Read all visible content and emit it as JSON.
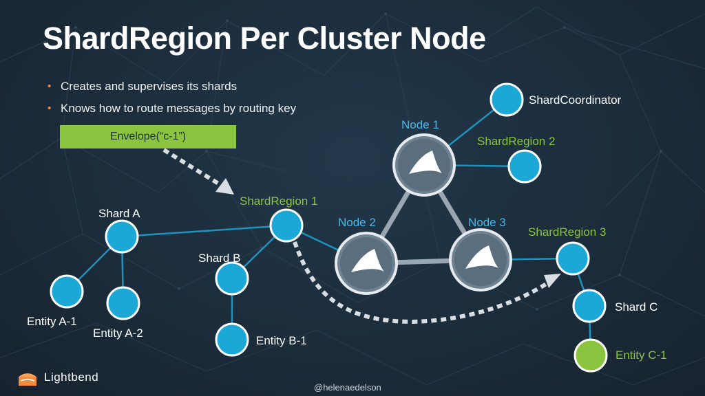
{
  "title": "ShardRegion Per Cluster Node",
  "bullets": [
    "Creates and supervises its shards",
    "Knows how to route messages by routing key"
  ],
  "envelope": "Envelope(“c-1”)",
  "labels": {
    "shard_coordinator": "ShardCoordinator",
    "node1": "Node 1",
    "node2": "Node 2",
    "node3": "Node 3",
    "shard_region_1": "ShardRegion 1",
    "shard_region_2": "ShardRegion 2",
    "shard_region_3": "ShardRegion 3",
    "shard_a": "Shard A",
    "shard_b": "Shard B",
    "shard_c": "Shard C",
    "entity_a1": "Entity A-1",
    "entity_a2": "Entity A-2",
    "entity_b1": "Entity B-1",
    "entity_c1": "Entity C-1"
  },
  "footer": {
    "brand": "Lightbend",
    "handle": "@helenaedelson"
  },
  "colors": {
    "background": "#1b2a38",
    "node_blue": "#1ba8d6",
    "entity_green": "#8bc53f",
    "accent_label_blue": "#4db8e8",
    "bullet_orange": "#f28c3c"
  },
  "icons": [
    "lightbend-logo-icon",
    "akka-node-icon"
  ]
}
